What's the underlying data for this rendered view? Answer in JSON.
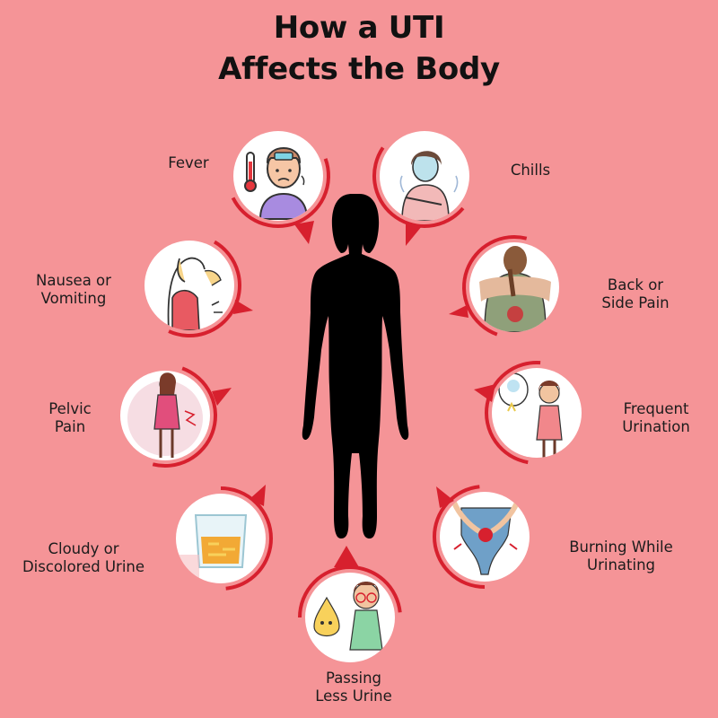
{
  "title": {
    "line1": "How a UTI",
    "line2": "Affects the Body"
  },
  "colors": {
    "background": "#F59497",
    "ring_accent": "#D7202E",
    "silhouette": "#000000",
    "circle_fill": "#FFFFFF"
  },
  "symptoms": [
    {
      "id": "fever",
      "line1": "Fever",
      "line2": "",
      "icon": "thermometer-fever-icon"
    },
    {
      "id": "chills",
      "line1": "Chills",
      "line2": "",
      "icon": "shivering-person-icon"
    },
    {
      "id": "nausea",
      "line1": "Nausea or",
      "line2": "Vomiting",
      "icon": "vomiting-person-icon"
    },
    {
      "id": "back-pain",
      "line1": "Back or",
      "line2": "Side Pain",
      "icon": "back-pain-icon"
    },
    {
      "id": "pelvic-pain",
      "line1": "Pelvic",
      "line2": "Pain",
      "icon": "pelvic-pain-icon"
    },
    {
      "id": "frequent-urination",
      "line1": "Frequent",
      "line2": "Urination",
      "icon": "toilet-urge-icon"
    },
    {
      "id": "cloudy-urine",
      "line1": "Cloudy or",
      "line2": "Discolored Urine",
      "icon": "urine-sample-beaker-icon"
    },
    {
      "id": "burning",
      "line1": "Burning While",
      "line2": "Urinating",
      "icon": "burning-pelvis-icon"
    },
    {
      "id": "less-urine",
      "line1": "Passing",
      "line2": "Less Urine",
      "icon": "urine-drop-girl-icon"
    }
  ]
}
